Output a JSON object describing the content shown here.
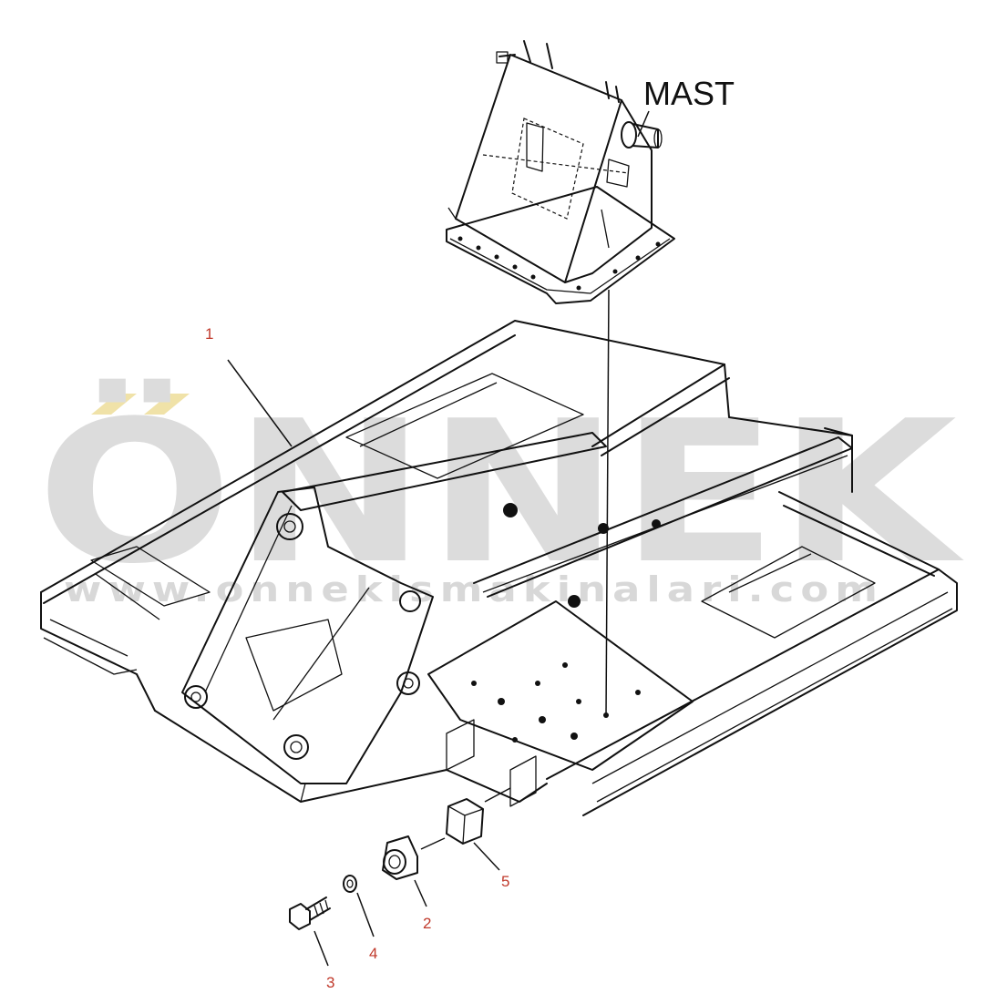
{
  "watermark": {
    "brand": "ÖNNEK",
    "url": "www.onnekismakinalari.com"
  },
  "assembly": {
    "mast_label": "MAST"
  },
  "callouts": [
    {
      "id": "1",
      "text": "1"
    },
    {
      "id": "2",
      "text": "2"
    },
    {
      "id": "3",
      "text": "3"
    },
    {
      "id": "4",
      "text": "4"
    },
    {
      "id": "5",
      "text": "5"
    }
  ],
  "colors": {
    "callout_text": "#c0392b",
    "line_art": "#111111",
    "watermark": "#dcdcdc",
    "watermark_accent": "#f0e2a8"
  }
}
